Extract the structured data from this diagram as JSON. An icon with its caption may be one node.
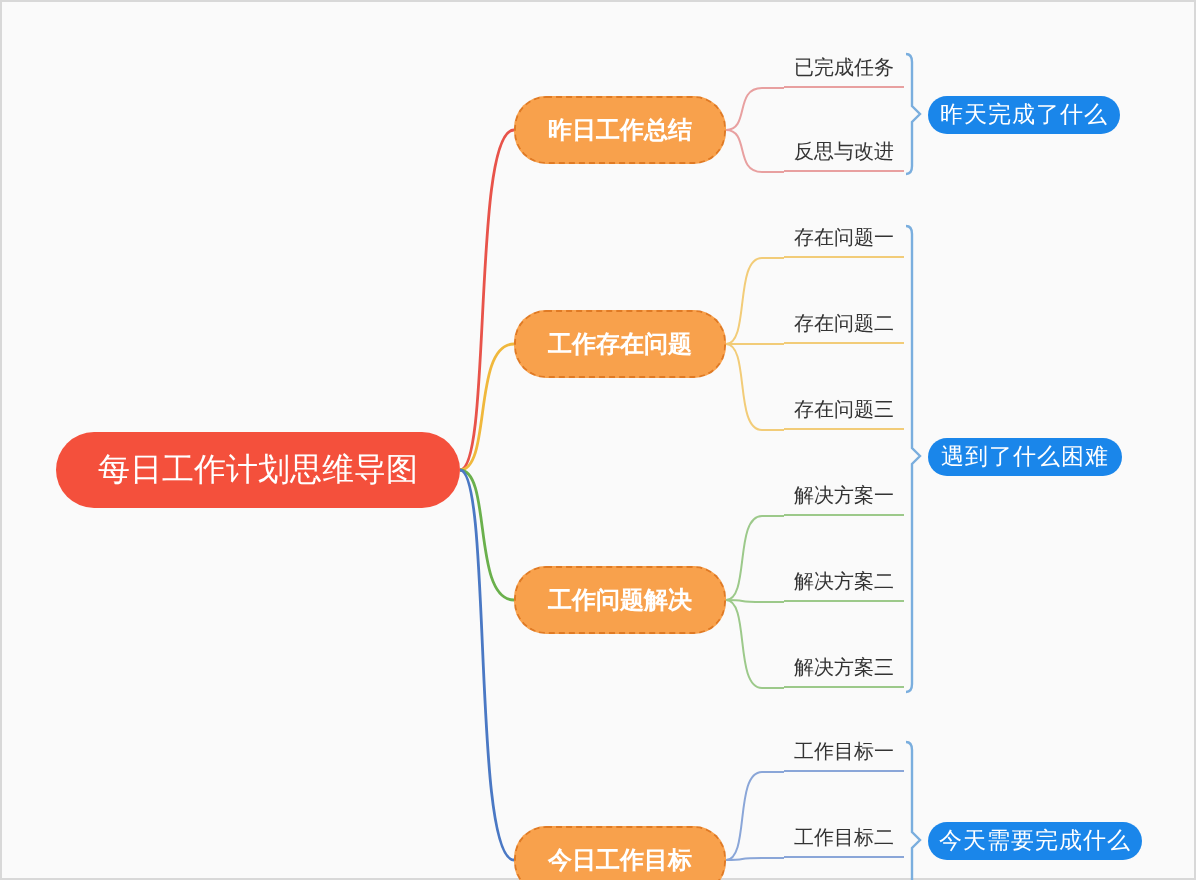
{
  "diagram": {
    "nodes": [
      {
        "text": [
          "每日工作计划思维导图"
        ]
      },
      {
        "text": [
          "昨日工作总结"
        ]
      },
      {
        "text": [
          "已完成任务"
        ]
      },
      {
        "text": [
          "反思与改进"
        ]
      },
      {
        "text": [
          "工作存在问题"
        ]
      },
      {
        "text": [
          "存在问题一"
        ]
      },
      {
        "text": [
          "存在问题二"
        ]
      },
      {
        "text": [
          "存在问题三"
        ]
      },
      {
        "text": [
          "工作问题解决"
        ]
      },
      {
        "text": [
          "解决方案一"
        ]
      },
      {
        "text": [
          "解决方案二"
        ]
      },
      {
        "text": [
          "解决方案三"
        ]
      },
      {
        "text": [
          "今日工作目标"
        ]
      },
      {
        "text": [
          "工作目标一"
        ]
      },
      {
        "text": [
          "工作目标二"
        ]
      },
      {
        "text": [
          "昨天完成了什么"
        ]
      },
      {
        "text": [
          "遇到了什么困难"
        ]
      },
      {
        "text": [
          "今天需要完成什么"
        ]
      }
    ],
    "edges": [
      {
        "from": 0,
        "to": 1,
        "arrow": "none",
        "color": "#e8534a"
      },
      {
        "from": 0,
        "to": 4,
        "arrow": "none",
        "color": "#f0b83c"
      },
      {
        "from": 0,
        "to": 8,
        "arrow": "none",
        "color": "#6ab04c"
      },
      {
        "from": 0,
        "to": 12,
        "arrow": "none",
        "color": "#4a78c4"
      },
      {
        "from": 1,
        "to": 2,
        "arrow": "none",
        "color": "#e8a0a0"
      },
      {
        "from": 1,
        "to": 3,
        "arrow": "none",
        "color": "#e8a0a0"
      },
      {
        "from": 4,
        "to": 5,
        "arrow": "none",
        "color": "#f2cc78"
      },
      {
        "from": 4,
        "to": 6,
        "arrow": "none",
        "color": "#f2cc78"
      },
      {
        "from": 4,
        "to": 7,
        "arrow": "none",
        "color": "#f2cc78"
      },
      {
        "from": 8,
        "to": 9,
        "arrow": "none",
        "color": "#9cc98a"
      },
      {
        "from": 8,
        "to": 10,
        "arrow": "none",
        "color": "#9cc98a"
      },
      {
        "from": 8,
        "to": 11,
        "arrow": "none",
        "color": "#9cc98a"
      },
      {
        "from": 12,
        "to": 13,
        "arrow": "none",
        "color": "#8aa6d8"
      },
      {
        "from": 12,
        "to": 14,
        "arrow": "none",
        "color": "#8aa6d8"
      }
    ]
  }
}
